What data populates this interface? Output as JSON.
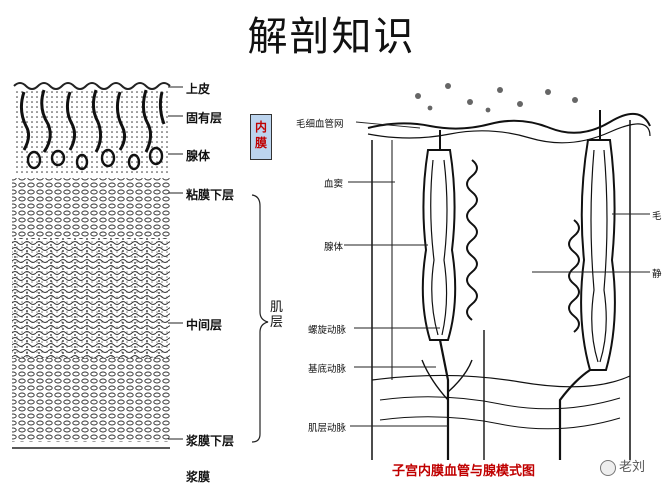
{
  "title": "解剖知识",
  "left_figure": {
    "layers": [
      {
        "id": "epithelium",
        "label": "上皮"
      },
      {
        "id": "lamina-propria",
        "label": "固有层"
      },
      {
        "id": "gland",
        "label": "腺体"
      },
      {
        "id": "submucosa",
        "label": "粘膜下层"
      },
      {
        "id": "middle",
        "label": "中间层"
      },
      {
        "id": "subserosa",
        "label": "浆膜下层"
      },
      {
        "id": "serosa",
        "label": "浆膜"
      }
    ],
    "endometrium_label": "内膜",
    "myometrium_label": "肌层"
  },
  "right_figure": {
    "labels": [
      {
        "id": "capillary-network",
        "label": "毛细血管网"
      },
      {
        "id": "sinus",
        "label": "血窦"
      },
      {
        "id": "gland",
        "label": "腺体"
      },
      {
        "id": "spiral-artery",
        "label": "螺旋动脉"
      },
      {
        "id": "basal-artery",
        "label": "基底动脉"
      },
      {
        "id": "muscle-artery",
        "label": "肌层动脉"
      }
    ],
    "right_edge_labels": [
      "毛",
      "静"
    ],
    "caption": "子宫内膜血管与腺模式图"
  },
  "watermark": {
    "text": "老刘"
  }
}
